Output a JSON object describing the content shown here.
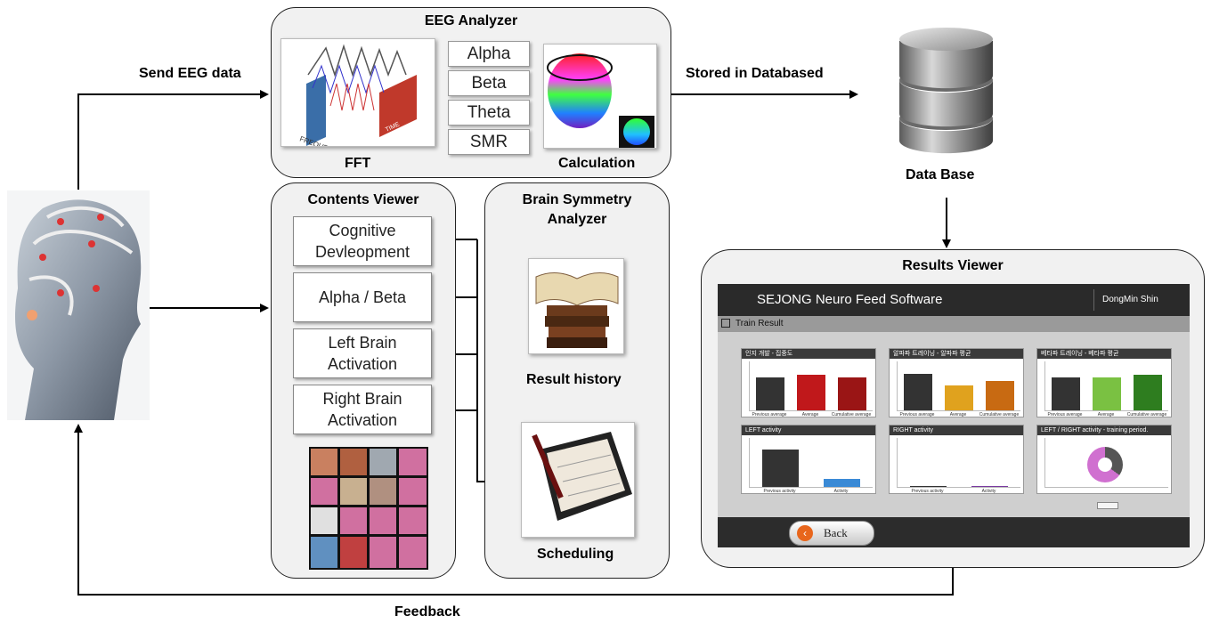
{
  "eeg_analyzer": {
    "title": "EEG Analyzer",
    "fft_label": "FFT",
    "calc_label": "Calculation",
    "waves": [
      "Alpha",
      "Beta",
      "Theta",
      "SMR"
    ]
  },
  "contents_viewer": {
    "title": "Contents Viewer",
    "items": [
      {
        "line1": "Cognitive",
        "line2": "Devleopment"
      },
      {
        "line1": "Alpha / Beta",
        "line2": ""
      },
      {
        "line1": "Left Brain",
        "line2": "Activation"
      },
      {
        "line1": "Right Brain",
        "line2": "Activation"
      }
    ]
  },
  "brain_symmetry": {
    "title_line1": "Brain Symmetry",
    "title_line2": "Analyzer",
    "result_history": "Result history",
    "scheduling": "Scheduling"
  },
  "labels": {
    "send_eeg": "Send EEG data",
    "stored": "Stored in Databased",
    "database": "Data Base",
    "feedback": "Feedback"
  },
  "results_viewer": {
    "title": "Results Viewer",
    "app_title": "SEJONG Neuro Feed Software",
    "user": "DongMin Shin",
    "section": "Train Result",
    "back_label": "Back",
    "charts": [
      {
        "title": "인지 개발 - 집중도",
        "bars": [
          {
            "label": "Previous average",
            "value": 0.72,
            "color": "#333333"
          },
          {
            "label": "Average",
            "value": 0.78,
            "color": "#c0181b"
          },
          {
            "label": "Cumulative average",
            "value": 0.72,
            "color": "#9a1515"
          }
        ]
      },
      {
        "title": "알파파 트레이닝 - 알파파 평균",
        "bars": [
          {
            "label": "Previous average",
            "value": 0.8,
            "color": "#333333"
          },
          {
            "label": "Average",
            "value": 0.55,
            "color": "#e0a21e"
          },
          {
            "label": "Cumulative average",
            "value": 0.65,
            "color": "#c86a12"
          }
        ]
      },
      {
        "title": "베타파 트레이닝 - 베타파 평균",
        "bars": [
          {
            "label": "Previous average",
            "value": 0.72,
            "color": "#333333"
          },
          {
            "label": "Average",
            "value": 0.72,
            "color": "#7ac142"
          },
          {
            "label": "Cumulative average",
            "value": 0.78,
            "color": "#2e7d1f"
          }
        ]
      },
      {
        "title": "LEFT activity",
        "bars": [
          {
            "label": "Previous activity",
            "value": 0.82,
            "color": "#333333"
          },
          {
            "label": "Activity",
            "value": 0.18,
            "color": "#3a8ad6"
          }
        ]
      },
      {
        "title": "RIGHT activity",
        "bars": [
          {
            "label": "Previous activity",
            "value": 0.0,
            "color": "#333333"
          },
          {
            "label": "Activity",
            "value": 0.02,
            "color": "#7a3aa0"
          }
        ]
      },
      {
        "title": "LEFT / RIGHT activity - training period.",
        "bars": []
      }
    ]
  }
}
